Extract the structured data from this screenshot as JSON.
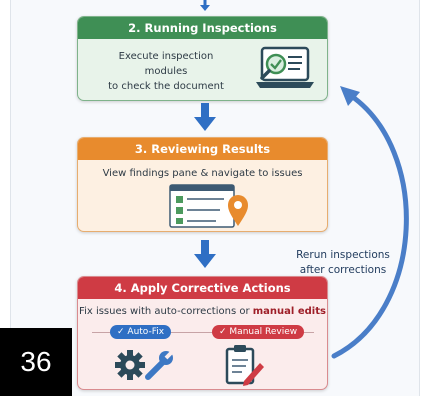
{
  "steps": [
    {
      "title": "2. Running Inspections",
      "description": [
        "Execute inspection modules",
        "to check the document"
      ]
    },
    {
      "title": "3. Reviewing Results",
      "description": [
        "View findings pane & navigate to issues"
      ]
    },
    {
      "title": "4. Apply Corrective Actions",
      "description_prefix": "Fix issues with auto-corrections or ",
      "description_bold": "manual edits",
      "badges": [
        {
          "label": "Auto-Fix"
        },
        {
          "label": "Manual Review"
        }
      ]
    }
  ],
  "loop_label": [
    "Rerun inspections",
    "after corrections"
  ],
  "page_number": "36",
  "colors": {
    "green": "#3f8f55",
    "orange": "#e88b2d",
    "red": "#cf3b44",
    "blue": "#2f6fc4",
    "loop": "#4a7ec8"
  },
  "icons": [
    "laptop-inspection-icon",
    "document-location-icon",
    "gears-wrench-icon",
    "clipboard-edit-icon"
  ]
}
